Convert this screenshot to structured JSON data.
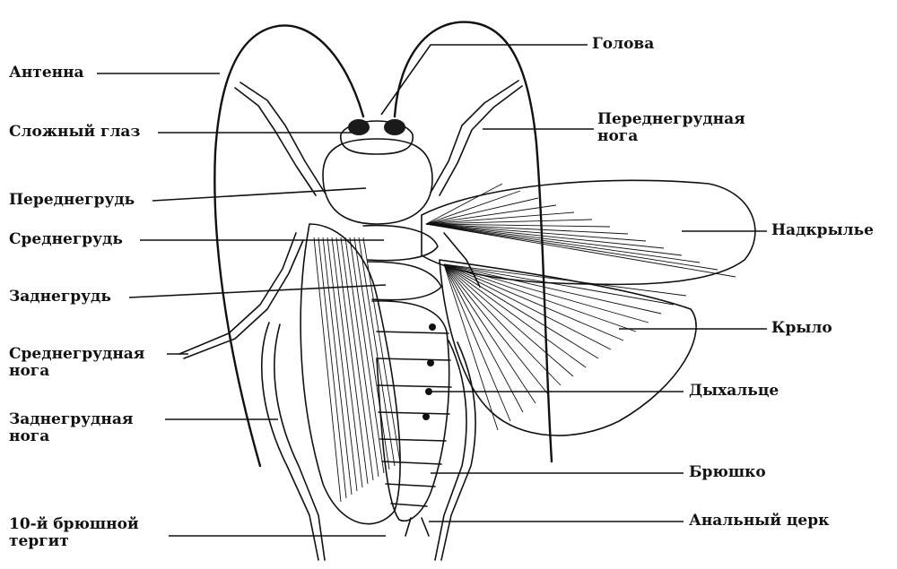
{
  "labels": {
    "antenna": "Антенна",
    "compound_eye": "Сложный глаз",
    "prothorax": "Переднегрудь",
    "mesothorax": "Среднегрудь",
    "metathorax": "Заднегрудь",
    "mid_leg_line1": "Среднегрудная",
    "mid_leg_line2": "нога",
    "hind_leg_line1": "Заднегрудная",
    "hind_leg_line2": "нога",
    "tergite_line1": "10-й брюшной",
    "tergite_line2": "тергит",
    "head": "Голова",
    "fore_leg_line1": "Переднегрудная",
    "fore_leg_line2": "нога",
    "elytron": "Надкрылье",
    "wing": "Крыло",
    "spiracle": "Дыхальце",
    "abdomen": "Брюшко",
    "cercus": "Анальный церк"
  },
  "colors": {
    "ink": "#111111",
    "paper": "#ffffff",
    "eye": "#1a1a1a"
  }
}
